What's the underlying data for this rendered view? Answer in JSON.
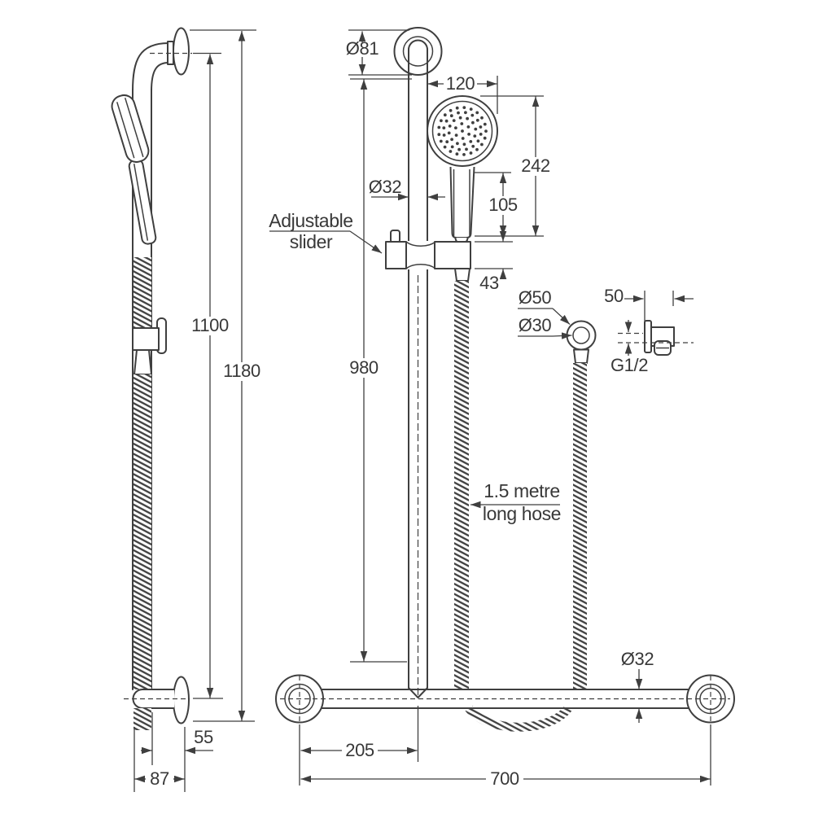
{
  "colors": {
    "line": "#3f3f3f",
    "text": "#383838",
    "background": "#ffffff"
  },
  "side_view": {
    "rail_height": "1100",
    "total_height": "1180",
    "bottom_flange_offset": "55",
    "wall_offset": "87"
  },
  "front_view": {
    "flange_diameter": "Ø81",
    "head_diameter": "120",
    "handset_length": "242",
    "handle_length": "105",
    "slider_height": "43",
    "rail_diameter": "Ø32",
    "rail_length": "980",
    "slider_label_line1": "Adjustable",
    "slider_label_line2": "slider",
    "hose_label_line1": "1.5 metre",
    "hose_label_line2": "long hose",
    "elbow_outer_diameter": "Ø50",
    "elbow_inner_diameter": "Ø30",
    "elbow_depth": "50",
    "thread_size": "G1/2",
    "bar_diameter": "Ø32",
    "rail_to_flange": "205",
    "bar_length": "700"
  }
}
